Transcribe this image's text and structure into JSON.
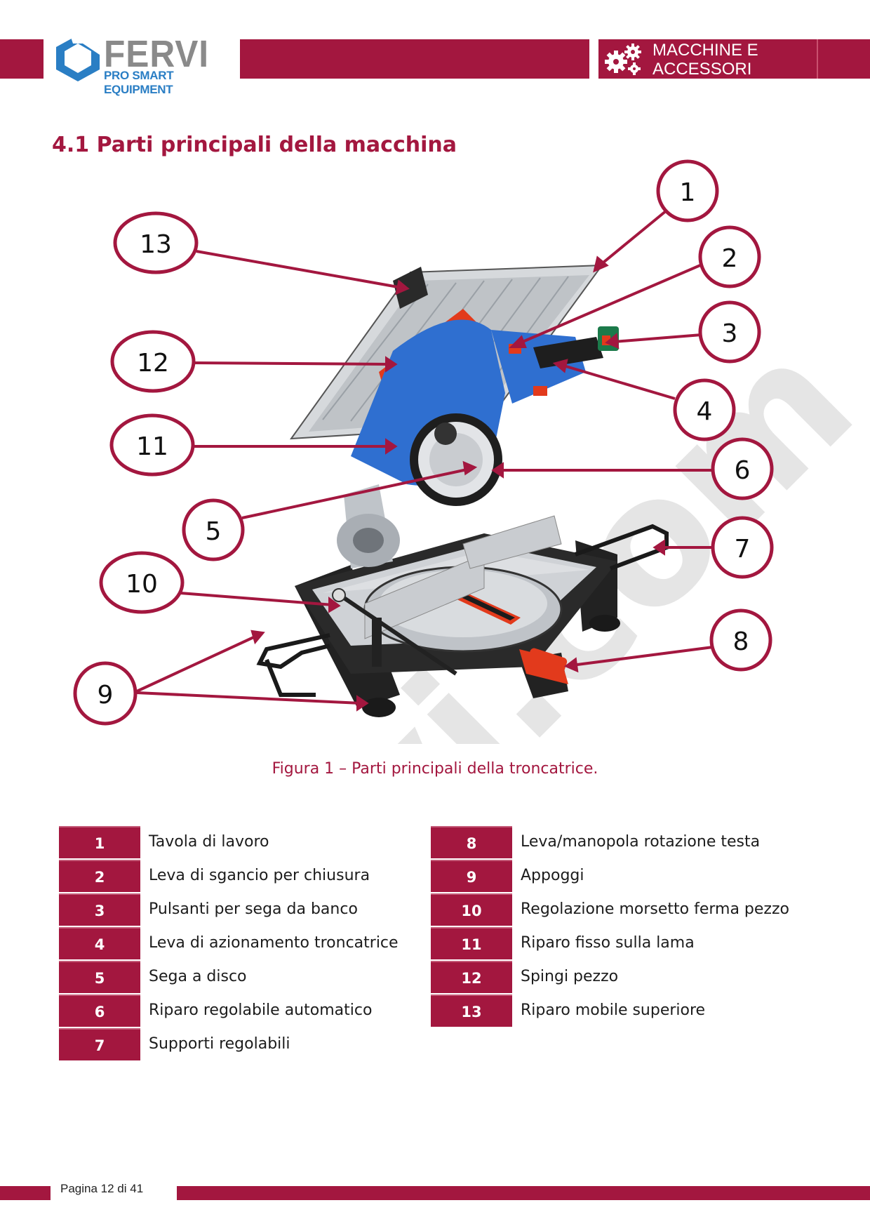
{
  "header": {
    "logo": {
      "brand": "FERVI",
      "tagline": "PRO SMART EQUIPMENT"
    },
    "category_line1": "MACCHINE E",
    "category_line2": "ACCESSORI"
  },
  "section_title": "4.1 Parti principali della macchina",
  "figure": {
    "callouts": [
      "1",
      "2",
      "3",
      "4",
      "5",
      "6",
      "7",
      "8",
      "9",
      "10",
      "11",
      "12",
      "13"
    ],
    "caption": "Figura 1 – Parti principali della troncatrice."
  },
  "watermark": "fervi.com",
  "parts_left": [
    {
      "num": "1",
      "label": "Tavola di lavoro"
    },
    {
      "num": "2",
      "label": "Leva di sgancio per chiusura"
    },
    {
      "num": "3",
      "label": "Pulsanti per sega da banco"
    },
    {
      "num": "4",
      "label": "Leva di azionamento troncatrice"
    },
    {
      "num": "5",
      "label": "Sega a disco"
    },
    {
      "num": "6",
      "label": "Riparo regolabile automatico"
    },
    {
      "num": "7",
      "label": "Supporti regolabili"
    }
  ],
  "parts_right": [
    {
      "num": "8",
      "label": "Leva/manopola rotazione testa"
    },
    {
      "num": "9",
      "label": "Appoggi"
    },
    {
      "num": "10",
      "label": "Regolazione morsetto ferma pezzo"
    },
    {
      "num": "11",
      "label": "Riparo fisso sulla lama"
    },
    {
      "num": "12",
      "label": "Spingi pezzo"
    },
    {
      "num": "13",
      "label": "Riparo mobile superiore"
    }
  ],
  "footer": {
    "page_label": "Pagina 12 di 41"
  },
  "colors": {
    "brand_red": "#a3173f",
    "logo_blue": "#2a7ec4",
    "machine_blue": "#2f6fd0",
    "accent_red": "#e23a1c"
  }
}
